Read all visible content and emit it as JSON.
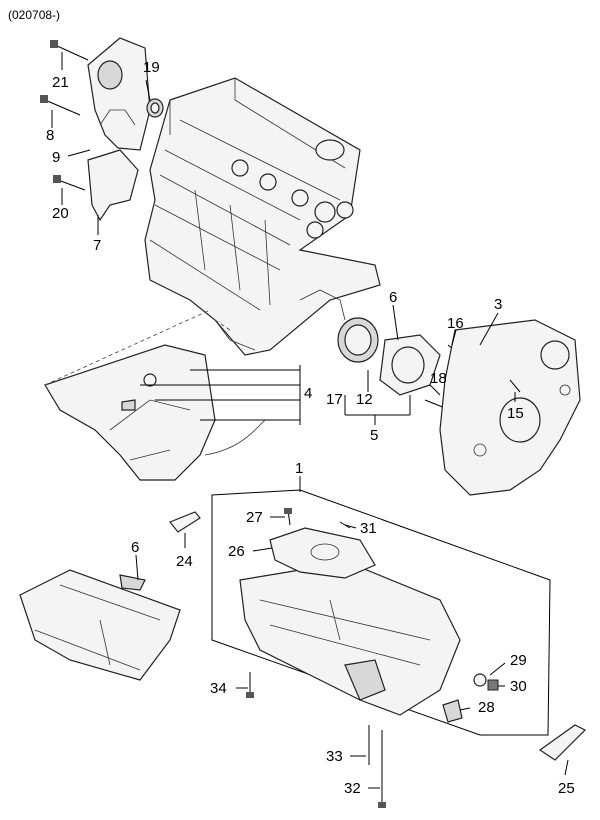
{
  "header": {
    "code": "(020708-)"
  },
  "callouts": [
    {
      "id": "21",
      "text": "21"
    },
    {
      "id": "19",
      "text": "19"
    },
    {
      "id": "8",
      "text": "8"
    },
    {
      "id": "9",
      "text": "9"
    },
    {
      "id": "20",
      "text": "20"
    },
    {
      "id": "7",
      "text": "7"
    },
    {
      "id": "6a",
      "text": "6"
    },
    {
      "id": "3",
      "text": "3"
    },
    {
      "id": "16",
      "text": "16"
    },
    {
      "id": "4",
      "text": "4"
    },
    {
      "id": "18",
      "text": "18"
    },
    {
      "id": "17",
      "text": "17"
    },
    {
      "id": "12",
      "text": "12"
    },
    {
      "id": "15",
      "text": "15"
    },
    {
      "id": "5",
      "text": "5"
    },
    {
      "id": "1",
      "text": "1"
    },
    {
      "id": "27",
      "text": "27"
    },
    {
      "id": "31",
      "text": "31"
    },
    {
      "id": "24",
      "text": "24"
    },
    {
      "id": "26",
      "text": "26"
    },
    {
      "id": "6b",
      "text": "6"
    },
    {
      "id": "29",
      "text": "29"
    },
    {
      "id": "34",
      "text": "34"
    },
    {
      "id": "30",
      "text": "30"
    },
    {
      "id": "28",
      "text": "28"
    },
    {
      "id": "33",
      "text": "33"
    },
    {
      "id": "32",
      "text": "32"
    },
    {
      "id": "25",
      "text": "25"
    }
  ]
}
